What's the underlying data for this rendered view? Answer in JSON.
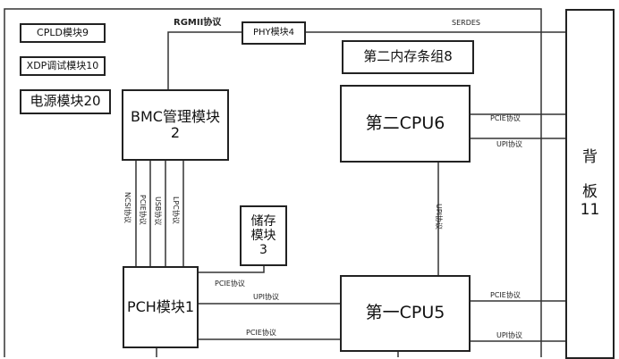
{
  "boxes": {
    "cpld": "CPLD模块9",
    "xdp": "XDP调试模块10",
    "power": "电源模块20",
    "phy": "PHY模块4",
    "mem2": "第二内存条组8",
    "bmc": "BMC管理模块\n2",
    "cpu2": "第二CPU6",
    "storage": "储存\n模块\n3",
    "pch": "PCH模块1",
    "cpu1": "第一CPU5",
    "backplane": "背\n\n板\n11"
  },
  "links": {
    "rgmii": "RGMII协议",
    "serdes": "SERDES",
    "ncsi": "NCSI协议",
    "pcie_bmc": "PCIE协议",
    "usb": "USB协议",
    "lpc": "LPC协议",
    "upi_cpu": "UPI协议",
    "pcie_cpu2_bp": "PCIE协议",
    "upi_cpu2_bp": "UPI协议",
    "pcie_pch_storage": "PCIE协议",
    "upi_pch_cpu1": "UPI协议",
    "pcie_pch_cpu1": "PCIE协议",
    "pcie_cpu1_bp": "PCIE协议",
    "upi_cpu1_bp": "UPI协议"
  }
}
